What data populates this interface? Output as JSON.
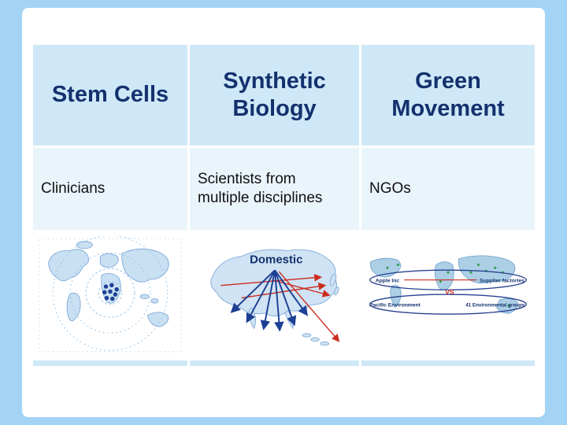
{
  "colors": {
    "frame": "#a3d4f6",
    "header_bg": "#cfe8f7",
    "row_bg": "#eaf4fb",
    "navy": "#14316e",
    "red": "#cc2b1d"
  },
  "table": {
    "columns": [
      {
        "header": "Stem Cells",
        "actor": "Clinicians"
      },
      {
        "header": "Synthetic Biology",
        "actor": "Scientists from multiple disciplines"
      },
      {
        "header": "Green Movement",
        "actor": "NGOs"
      }
    ]
  },
  "maps": {
    "synthetic_biology": {
      "label": "Domestic"
    },
    "green_movement": {
      "top_left": "Apple Inc",
      "top_right": "Supplier factories",
      "vs": "VS",
      "bottom_left": "Pacific Environment",
      "bottom_right": "41 Environmental groups"
    }
  }
}
